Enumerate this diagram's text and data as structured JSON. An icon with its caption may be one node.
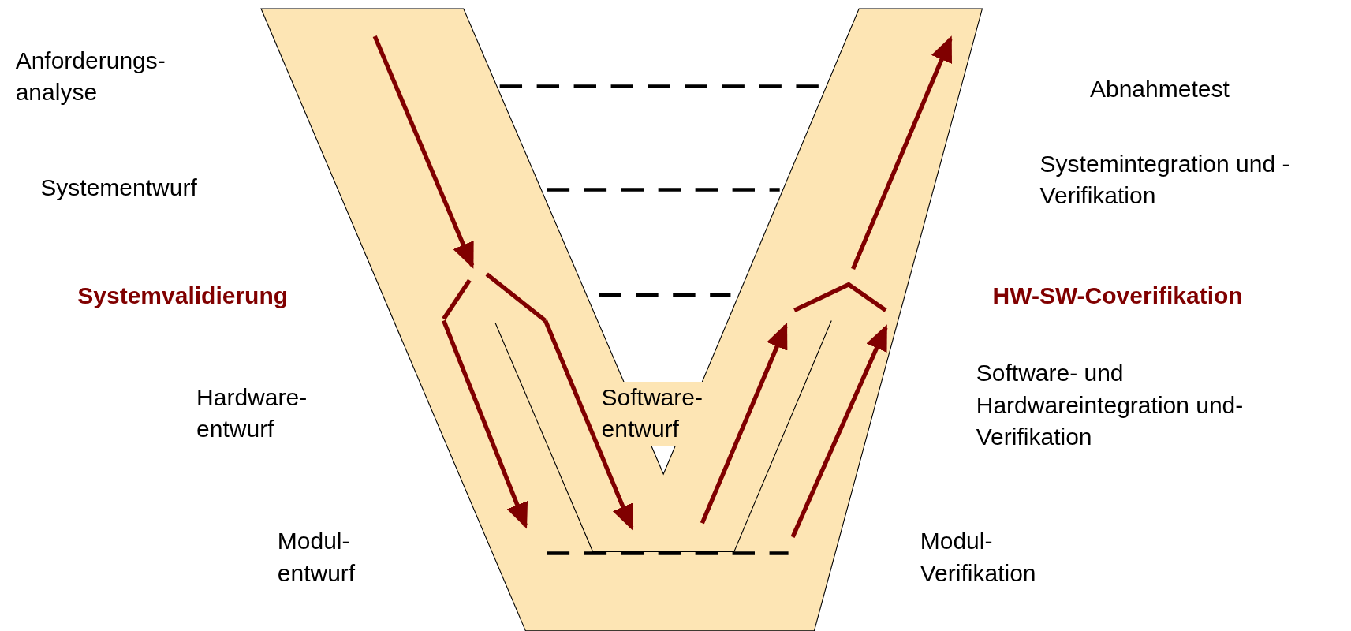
{
  "diagram": {
    "labels": [
      "Anforderungs- analyse",
      "Abnahmetest",
      "Systementwurf",
      "Systemintegration und -Verifikation",
      "Systemvalidierung",
      "HW-SW-Coverifikation",
      "Software- und Hardwareintegration und- Verifikation",
      "Hardware- entwurf",
      "Software- entwurf",
      "Modul- entwurf",
      "Modul- Verifikation"
    ]
  }
}
